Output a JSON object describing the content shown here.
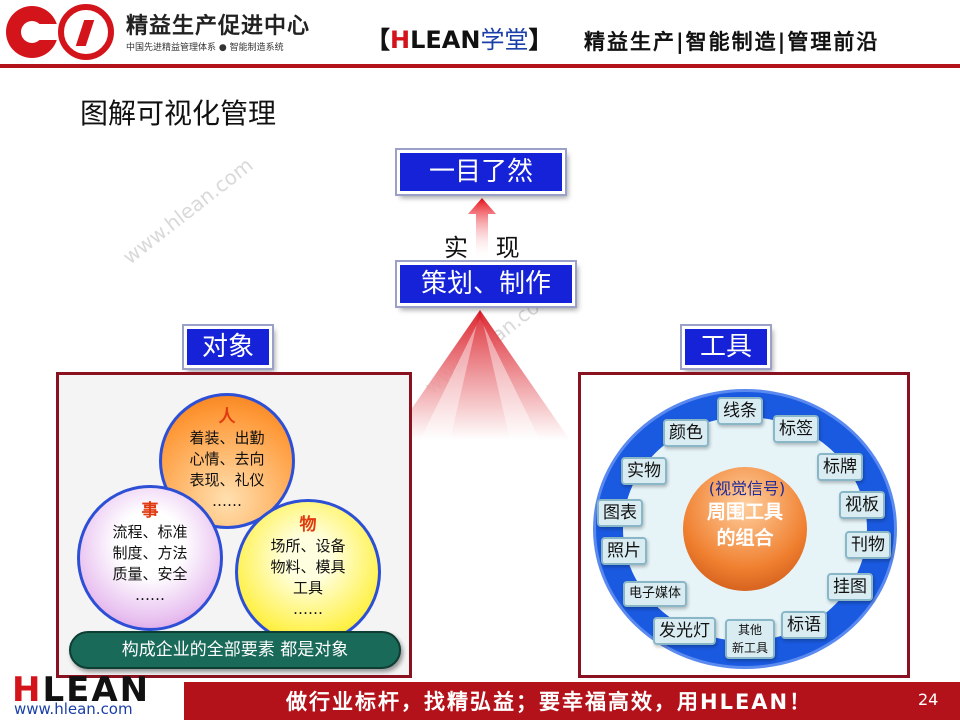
{
  "header": {
    "org_name": "精益生产促进中心",
    "org_sub": "中国先进精益管理体系 ● 智能制造系统",
    "brand_prefix": "【",
    "brand_h": "H",
    "brand_rest": "LEAN",
    "brand_cn": "学堂",
    "brand_suffix": "】",
    "tagline": "精益生产|智能制造|管理前沿"
  },
  "title": "图解可视化管理",
  "watermark": "www.hlean.com",
  "flow": {
    "goal": "一目了然",
    "realize": "实 现",
    "plan": "策划、制作"
  },
  "objects": {
    "label": "对象",
    "people": {
      "head": "人",
      "lines": [
        "着装、出勤",
        "心情、去向",
        "表现、礼仪",
        "……"
      ]
    },
    "matter": {
      "head": "事",
      "lines": [
        "流程、标准",
        "制度、方法",
        "质量、安全",
        "……"
      ]
    },
    "things": {
      "head": "物",
      "lines": [
        "场所、设备",
        "物料、模具",
        "工具",
        "……"
      ]
    },
    "banner": "构成企业的全部要素 都是对象"
  },
  "tools": {
    "label": "工具",
    "signal": "(视觉信号)",
    "hub_line1": "周围工具",
    "hub_line2": "的组合",
    "items": [
      "线条",
      "标签",
      "颜色",
      "标牌",
      "实物",
      "视板",
      "图表",
      "刊物",
      "照片",
      "挂图",
      "电子媒体",
      "标语",
      "发光灯",
      "其他",
      "新工具"
    ]
  },
  "footer": {
    "logo_h": "H",
    "logo_rest": "LEAN",
    "url": "www.hlean.com",
    "slogan": "做行业标杆，找精弘益；要幸福高效，用HLEAN！",
    "page": "24"
  },
  "colors": {
    "accent_red": "#b4121a",
    "box_blue": "#1622d8",
    "ring_blue": "#1a5ae0"
  }
}
